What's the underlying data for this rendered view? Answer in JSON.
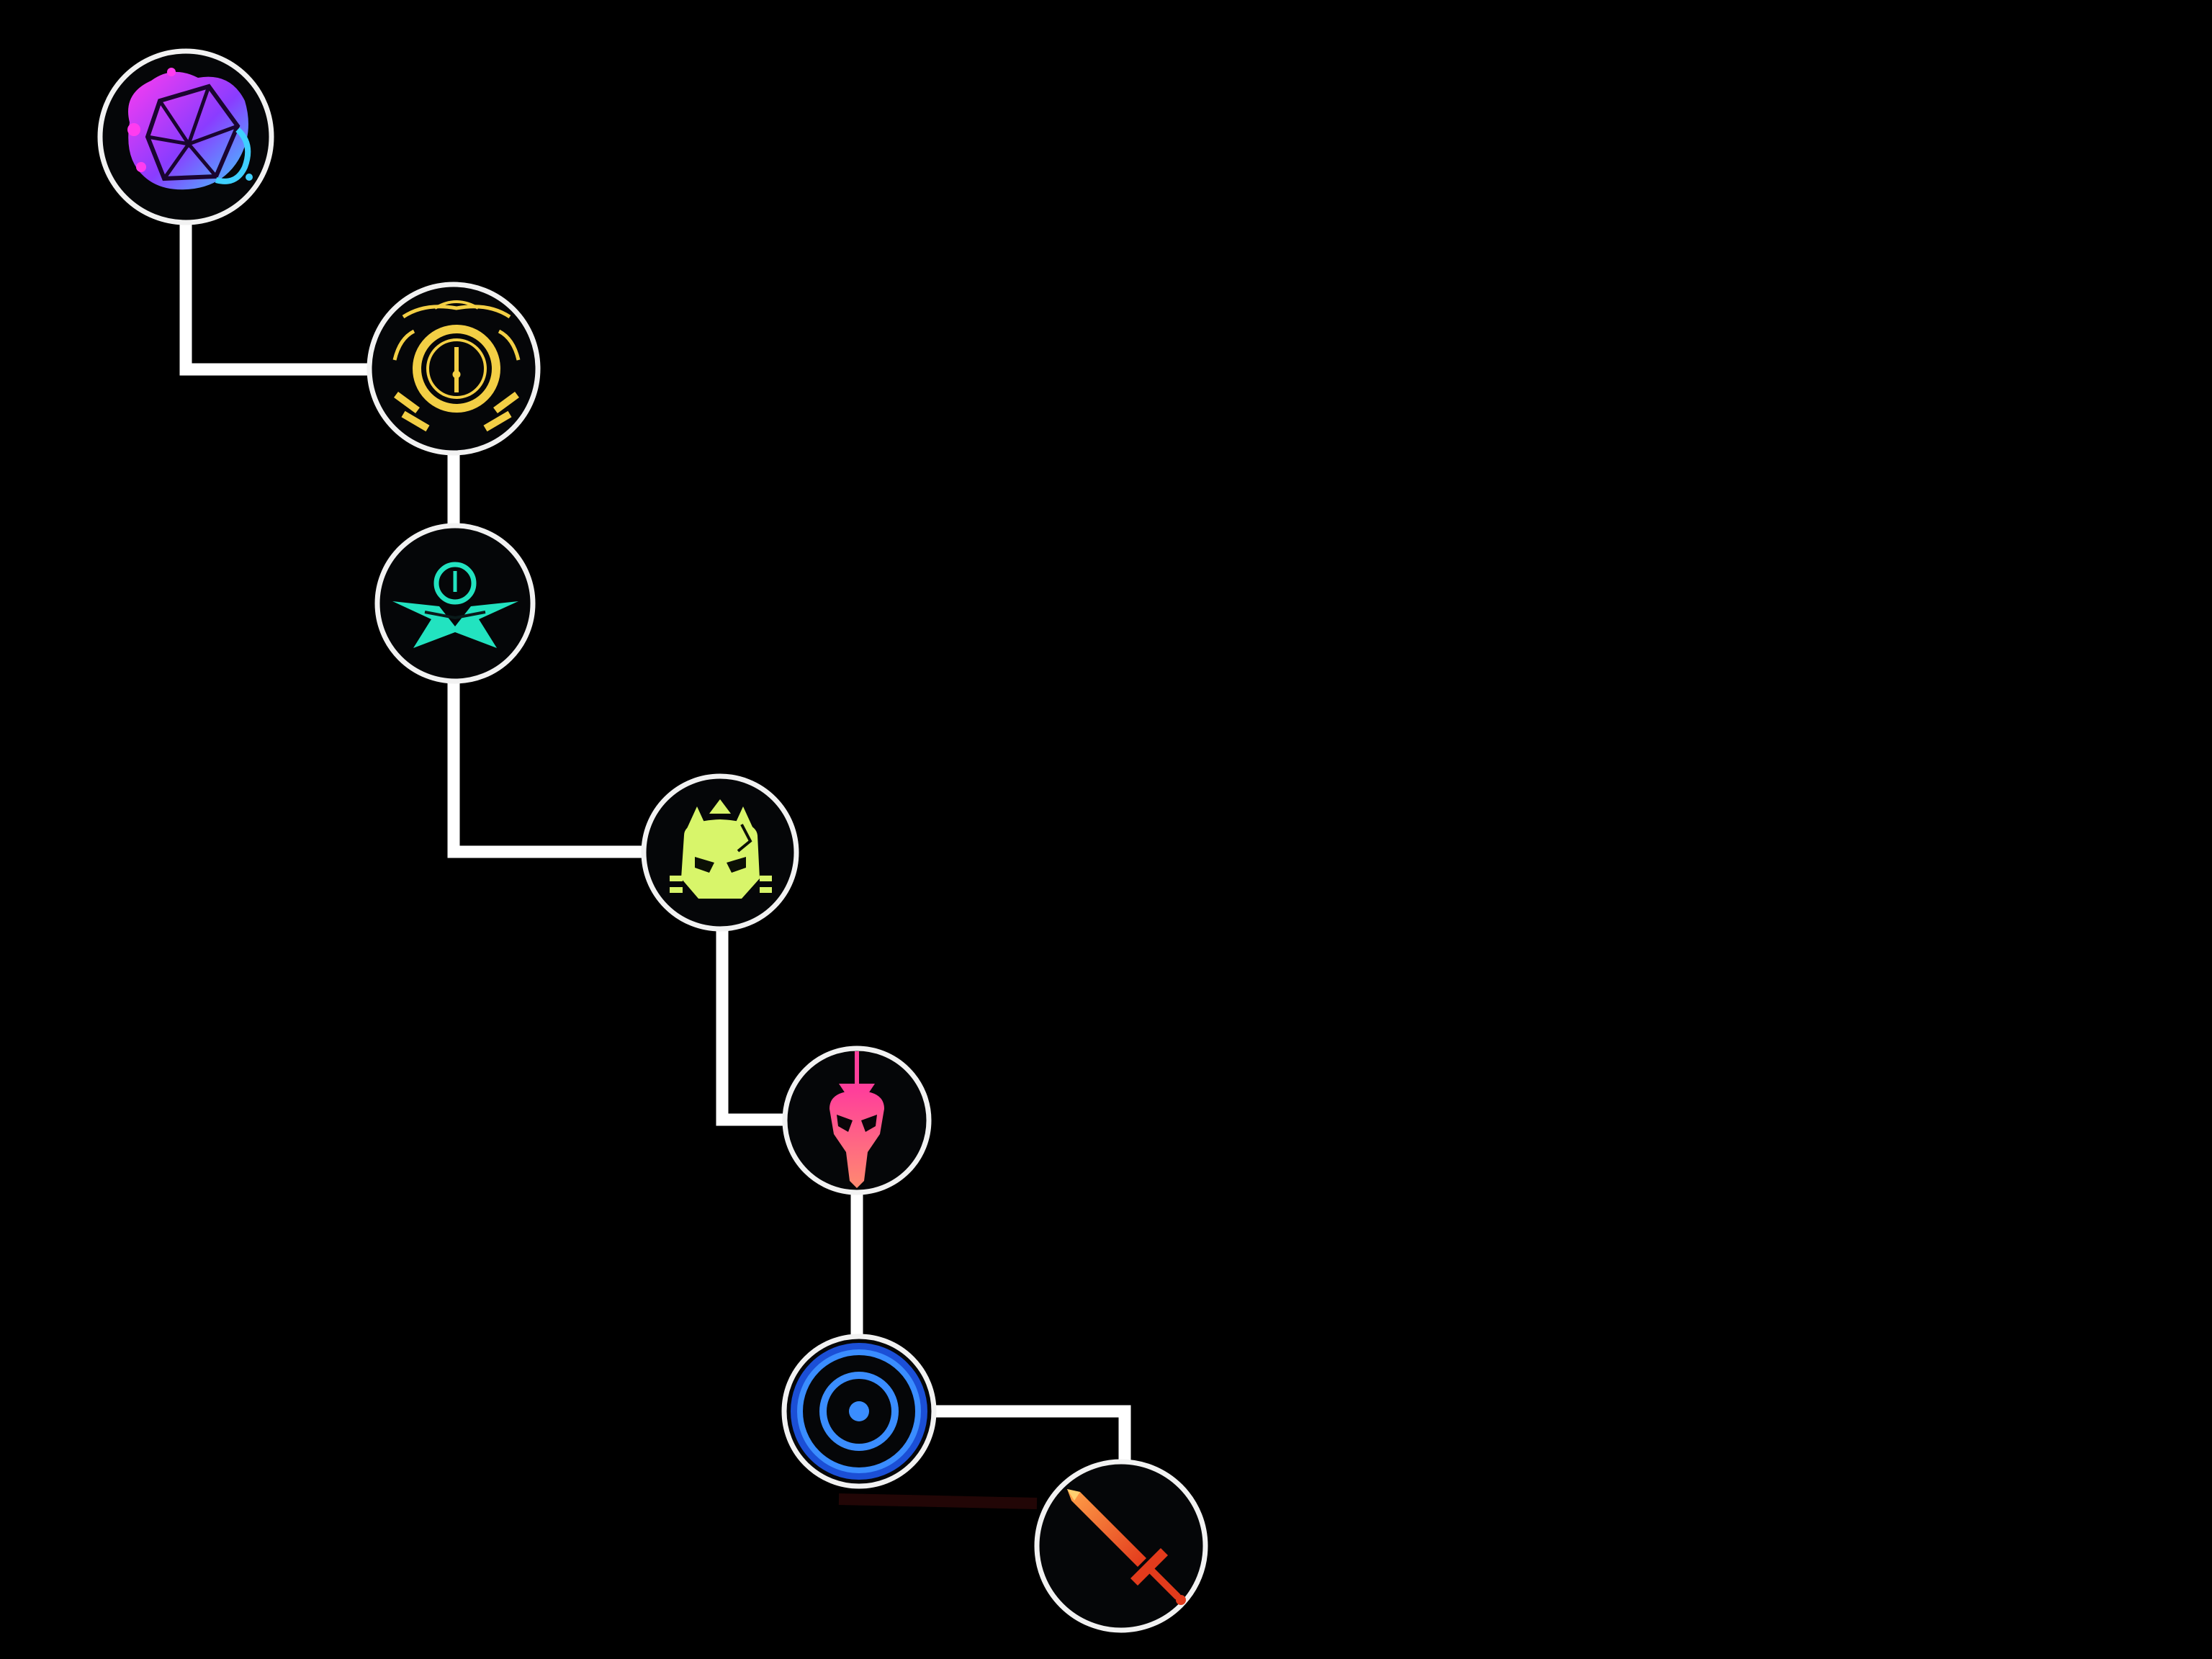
{
  "background_color": "#000000",
  "connector_color": "#ffffff",
  "ring_color": "#f2f2f2",
  "nodes": [
    {
      "id": "node-1",
      "icon": "d20-dice-splash-icon",
      "color": "#b23cff",
      "accent": "#3fd0ff"
    },
    {
      "id": "node-2",
      "icon": "golden-clock-emblem-icon",
      "color": "#f3cf45",
      "accent": "#f3cf45"
    },
    {
      "id": "node-3",
      "icon": "teal-winged-emblem-icon",
      "color": "#22e3c0",
      "accent": "#22e3c0"
    },
    {
      "id": "node-4",
      "icon": "green-skull-arrows-icon",
      "color": "#d8f56a",
      "accent": "#b9e34b"
    },
    {
      "id": "node-5",
      "icon": "pink-mask-dagger-icon",
      "color": "#ff4f93",
      "accent": "#ff7a7a"
    },
    {
      "id": "node-6",
      "icon": "blue-target-rings-icon",
      "color": "#3a8dff",
      "accent": "#1b4fd6"
    },
    {
      "id": "node-7",
      "icon": "orange-sword-icon",
      "color": "#ff6a2a",
      "accent": "#e23b1c"
    }
  ]
}
